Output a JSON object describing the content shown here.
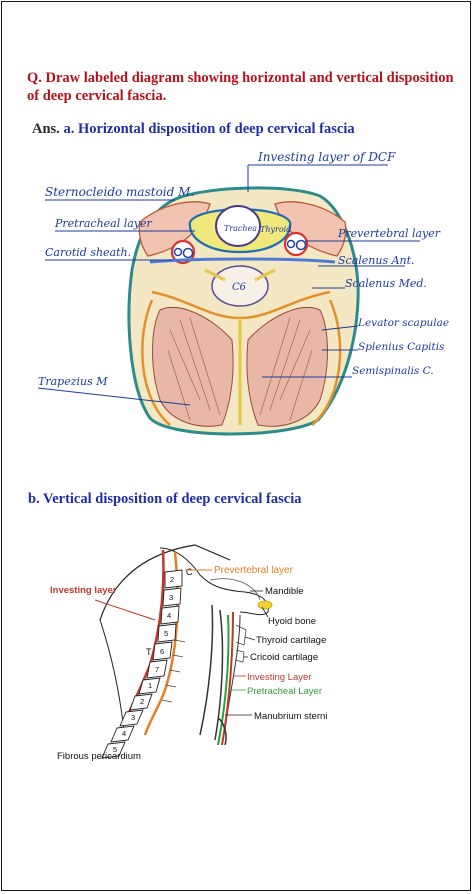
{
  "question": "Q. Draw labeled diagram showing horizontal and vertical disposition of deep cervical fascia.",
  "answer_prefix": "Ans. ",
  "answer_a": "a. Horizontal disposition of deep cervical fascia",
  "section_b": "b. Vertical disposition of deep cervical fascia",
  "horizontal": {
    "labels": {
      "investing": "Investing layer of DCF",
      "scm": "Sternocleido mastoid M.",
      "pretracheal": "Pretracheal layer",
      "carotid": "Carotid sheath.",
      "prevertebral": "Prevertebral layer",
      "scalenus_ant": "Scalenus Ant.",
      "scalenus_med": "Scalenus Med.",
      "levator": "Levator scapulae",
      "splenius": "Splenius Capitis",
      "semispinalis": "Semispinalis C.",
      "trapezius": "Trapezius M",
      "trachea": "Trachea",
      "thyroid": "Thyroid",
      "c6": "C6"
    }
  },
  "vertical": {
    "labels": {
      "prevertebral": "Prevertebral layer",
      "investing_left": "Investing layer",
      "mandible": "Mandible",
      "hyoid": "Hyoid bone",
      "thyroid_cart": "Thyroid cartilage",
      "cricoid": "Cricoid cartilage",
      "investing": "Investing Layer",
      "pretracheal": "Pretracheal Layer",
      "manubrium": "Manubrium sterni",
      "pericardium": "Fibrous pericardium",
      "c": "C",
      "t": "T",
      "cervical_numbers": [
        "2",
        "3",
        "4",
        "5",
        "6",
        "7"
      ],
      "thoracic_numbers": [
        "1",
        "2",
        "3",
        "4",
        "5"
      ]
    },
    "colors": {
      "investing": "#c0392b",
      "prevertebral": "#e67e22",
      "pretracheal": "#2e9e3e",
      "label_orange": "#e67e22",
      "label_red": "#c0392b",
      "label_green": "#2e9e3e"
    }
  }
}
